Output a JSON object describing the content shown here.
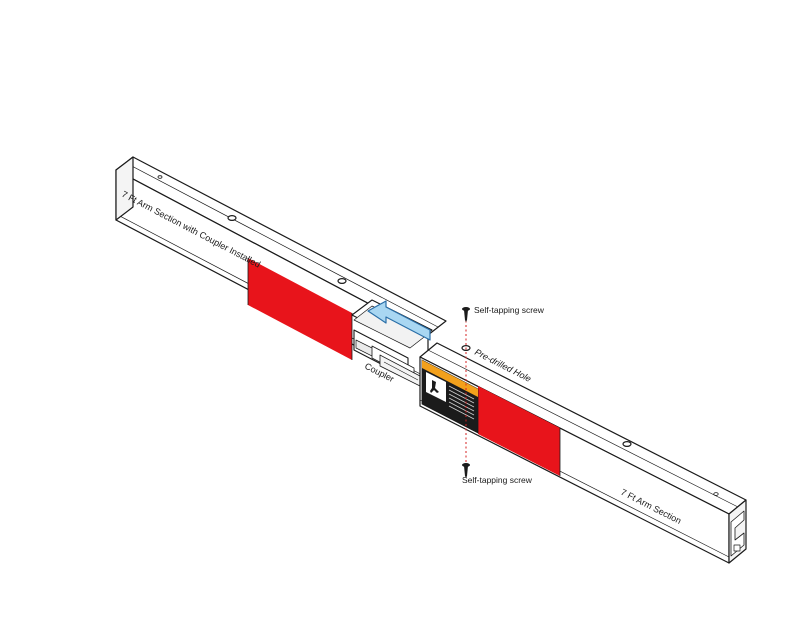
{
  "labels": {
    "left_section": "7 Ft Arm Section with Coupler Installed",
    "right_section": "7 Ft Arm Section",
    "coupler": "Coupler",
    "pre_drilled": "Pre-drilled Hole",
    "screw_top": "Self-tapping screw",
    "screw_bottom": "Self-tapping screw"
  },
  "colors": {
    "outline": "#1a1a1a",
    "reflector_red": "#e8141b",
    "arrow_fill": "#a9d7f2",
    "arrow_stroke": "#2a6fa8",
    "warning_orange": "#f2a01c",
    "dashed_line": "#d42020",
    "label_bg": "#1b1b1b"
  },
  "icons": [
    "screw-icon",
    "warning-label-icon",
    "insert-arrow-icon"
  ]
}
